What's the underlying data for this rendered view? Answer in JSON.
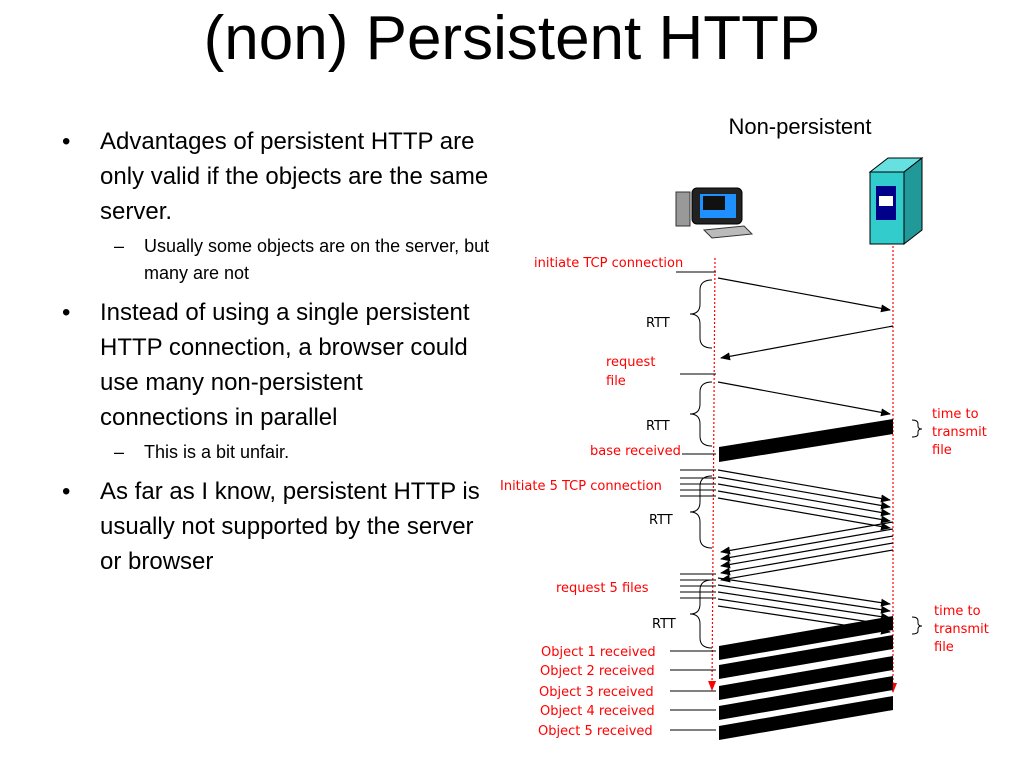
{
  "slide": {
    "title": "(non) Persistent HTTP",
    "bullets": [
      {
        "text": "Advantages of persistent HTTP are only valid if the objects are the same server.",
        "sub": [
          "Usually some objects are on the server, but many are not"
        ]
      },
      {
        "text": "Instead of using a single persistent HTTP connection, a browser could use many non-persistent connections in parallel",
        "sub": [
          "This is a bit unfair."
        ]
      },
      {
        "text": "As far as I know, persistent HTTP is usually not supported by the server or browser",
        "sub": []
      }
    ]
  },
  "diagram": {
    "heading": "Non-persistent",
    "labels": {
      "initiate_tcp": "initiate TCP connection",
      "rtt": "RTT",
      "request_file_1": "request",
      "request_file_2": "file",
      "base_received": "base received",
      "initiate_5_tcp": "Initiate 5 TCP connection",
      "request_5_files": "request 5 files",
      "time_to_transmit_1": "time to",
      "time_to_transmit_2": "transmit",
      "time_to_transmit_3": "file"
    },
    "objects_received": [
      "Object 1 received",
      "Object 2 received",
      "Object 3 received",
      "Object 4 received",
      "Object 5 received"
    ],
    "colors": {
      "annotation": "#ff0000",
      "server": "#33cccc"
    },
    "icons": [
      "client-computer-icon",
      "server-icon"
    ]
  }
}
